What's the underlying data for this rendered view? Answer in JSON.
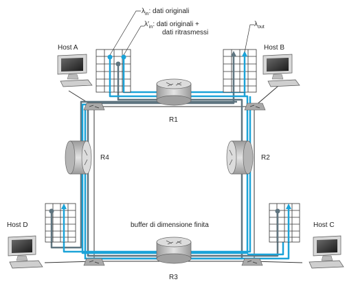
{
  "legend": {
    "lambda_in_symbol": "λ",
    "lambda_in_sub": "in",
    "lambda_in_text": ": dati originali",
    "lambda_in_prime_symbol": "λ′",
    "lambda_in_prime_sub": "in",
    "lambda_in_prime_text_1": ": dati originali +",
    "lambda_in_prime_text_2": "dati ritrasmessi",
    "lambda_out_symbol": "λ",
    "lambda_out_sub": "out"
  },
  "hosts": {
    "a": "Host A",
    "b": "Host B",
    "c": "Host C",
    "d": "Host D"
  },
  "routers": {
    "r1": "R1",
    "r2": "R2",
    "r3": "R3",
    "r4": "R4"
  },
  "buffer_label": "buffer di dimensione finita",
  "colors": {
    "flow_blue": "#1ba3d8",
    "flow_gray": "#5f7580",
    "wire": "#333333",
    "router_body": "#c7c7c7",
    "switch": "#a9a9a9"
  }
}
